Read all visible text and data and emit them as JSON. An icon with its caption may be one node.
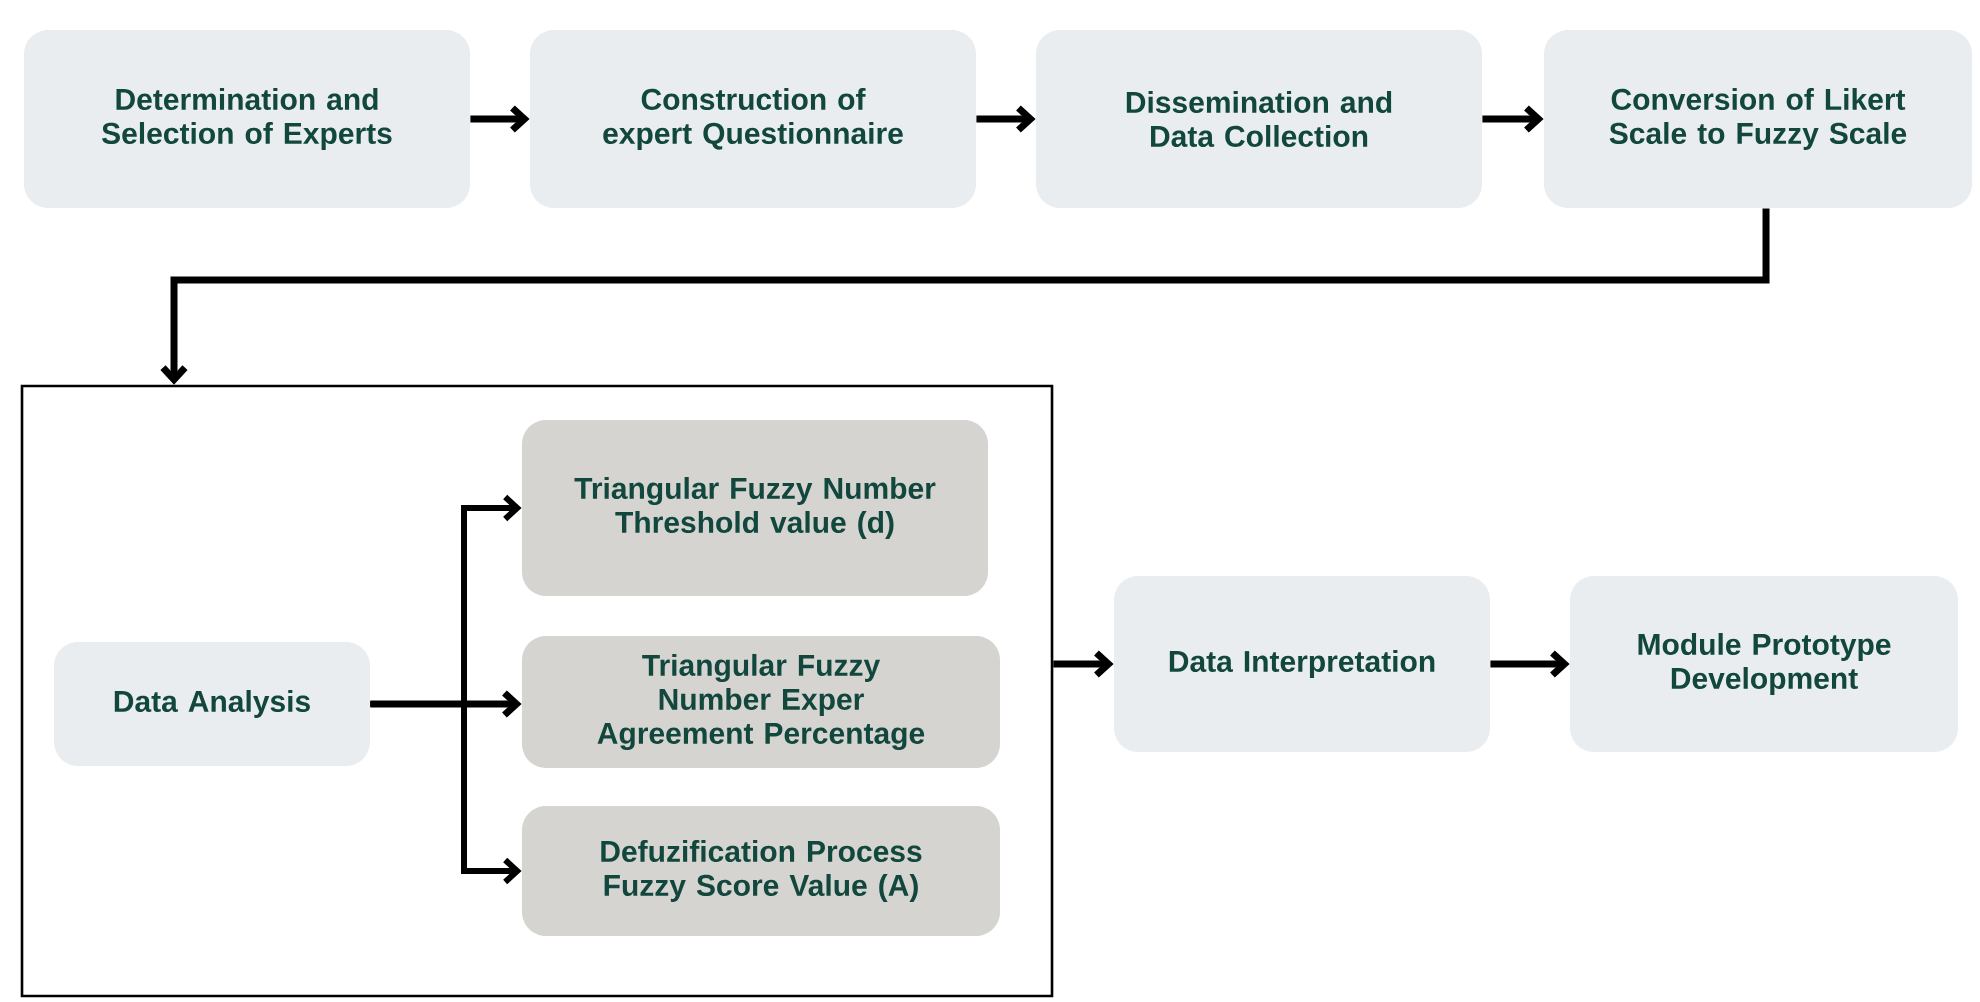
{
  "diagram": {
    "nodes": [
      {
        "text": [
          "Determination and Selection of Experts"
        ]
      },
      {
        "text": [
          "Construction of expert Questionnaire"
        ]
      },
      {
        "text": [
          "Dissemination and Data Collection"
        ]
      },
      {
        "text": [
          "Conversion of Likert Scale to Fuzzy Scale"
        ]
      },
      {
        "text": [],
        "shape": "box"
      },
      {
        "text": [
          "Data Analysis"
        ],
        "in": 4
      },
      {
        "text": [
          "Triangular Fuzzy Number Threshold value (d)"
        ],
        "in": 4
      },
      {
        "text": [
          "Triangular Fuzzy Number Exper Agreement Percentage"
        ],
        "in": 4
      },
      {
        "text": [
          "Defuzification Process Fuzzy Score Value (A)"
        ],
        "in": 4
      },
      {
        "text": [
          "Data Interpretation"
        ]
      },
      {
        "text": [
          "Module Prototype Development"
        ]
      }
    ],
    "edges": [
      {
        "from": 0,
        "to": 1,
        "arrow": "to"
      },
      {
        "from": 1,
        "to": 2,
        "arrow": "to"
      },
      {
        "from": 2,
        "to": 3,
        "arrow": "to"
      },
      {
        "from": 3,
        "to": 4,
        "arrow": "to"
      },
      {
        "from": 5,
        "to": 6,
        "arrow": "to"
      },
      {
        "from": 5,
        "to": 7,
        "arrow": "to"
      },
      {
        "from": 5,
        "to": 8,
        "arrow": "to"
      },
      {
        "from": 4,
        "to": 9,
        "arrow": "to"
      },
      {
        "from": 9,
        "to": 10,
        "arrow": "to"
      }
    ]
  }
}
